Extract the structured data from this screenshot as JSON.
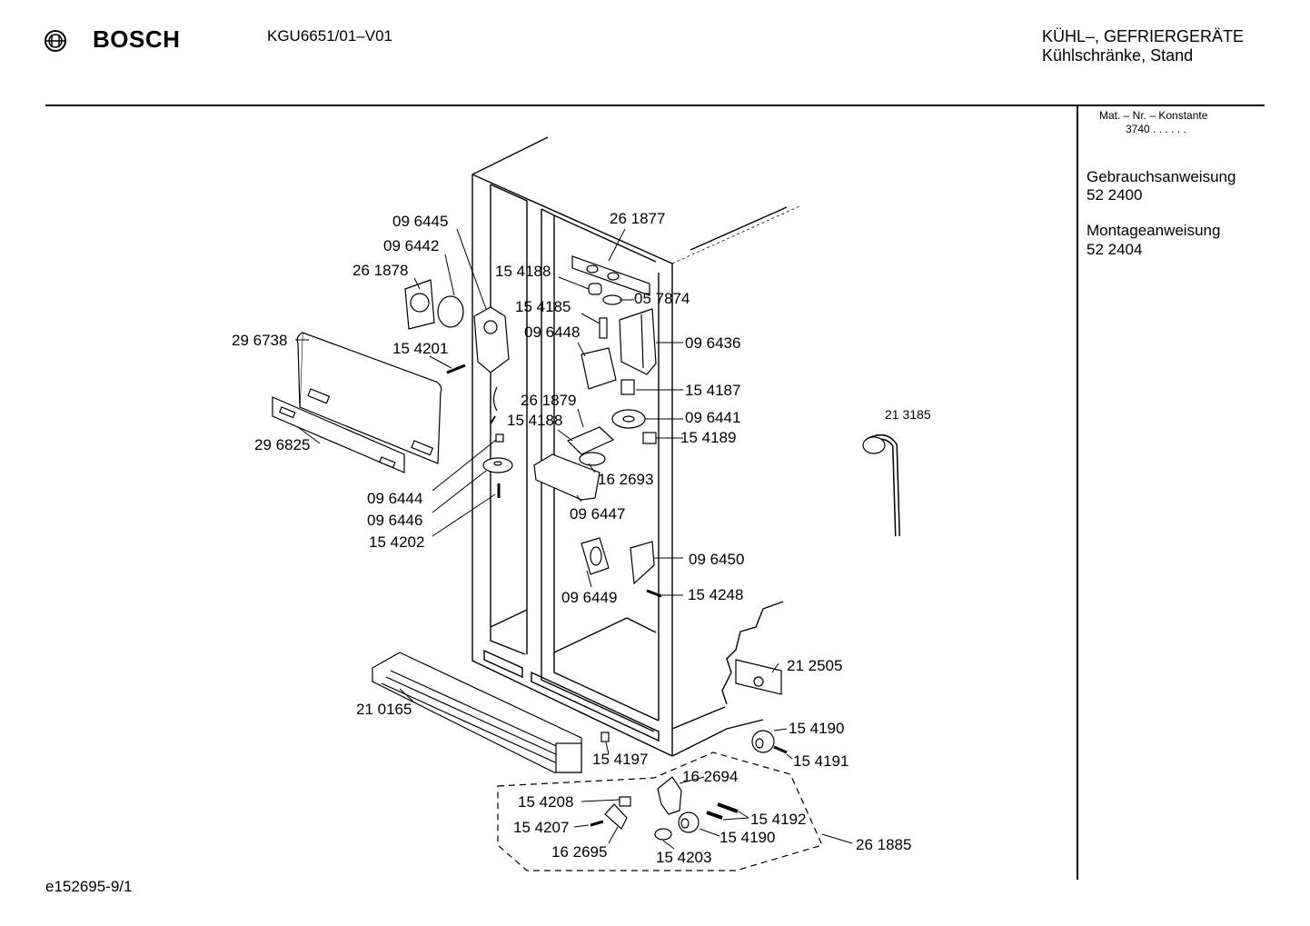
{
  "header": {
    "brand": "BOSCH",
    "model": "KGU6651/01–V01",
    "category_line1": "KÜHL–, GEFRIERGERÄTE",
    "category_line2": "Kühlschränke, Stand"
  },
  "sidebar": {
    "mat_label": "Mat. – Nr. – Konstante",
    "mat_value": "3740 . . . . . .",
    "docs": [
      {
        "title": "Gebrauchsanweisung",
        "number": "52 2400"
      },
      {
        "title": "Montageanweisung",
        "number": "52 2404"
      }
    ]
  },
  "footer": {
    "code": "e152695-9/1"
  },
  "parts": {
    "p096445": "09 6445",
    "p096442": "09 6442",
    "p261878": "26 1878",
    "p296738": "29 6738",
    "p154201": "15 4201",
    "p296825": "29 6825",
    "p096444": "09 6444",
    "p096446": "09 6446",
    "p154202": "15 4202",
    "p261877": "26 1877",
    "p154188a": "15 4188",
    "p057874": "05 7874",
    "p154185": "15 4185",
    "p096448": "09 6448",
    "p096436": "09 6436",
    "p154187": "15 4187",
    "p261879": "26 1879",
    "p154188b": "15 4188",
    "p096441": "09 6441",
    "p154189": "15 4189",
    "p162693": "16 2693",
    "p096447": "09 6447",
    "p096450": "09 6450",
    "p096449": "09 6449",
    "p154248": "15 4248",
    "p213185": "21 3185",
    "p212505": "21 2505",
    "p210165": "21 0165",
    "p154197": "15 4197",
    "p154190a": "15 4190",
    "p154191": "15 4191",
    "p162694": "16 2694",
    "p154208": "15 4208",
    "p154192": "15 4192",
    "p154207": "15 4207",
    "p154190b": "15 4190",
    "p162695": "16 2695",
    "p154203": "15 4203",
    "p261885": "26 1885"
  }
}
